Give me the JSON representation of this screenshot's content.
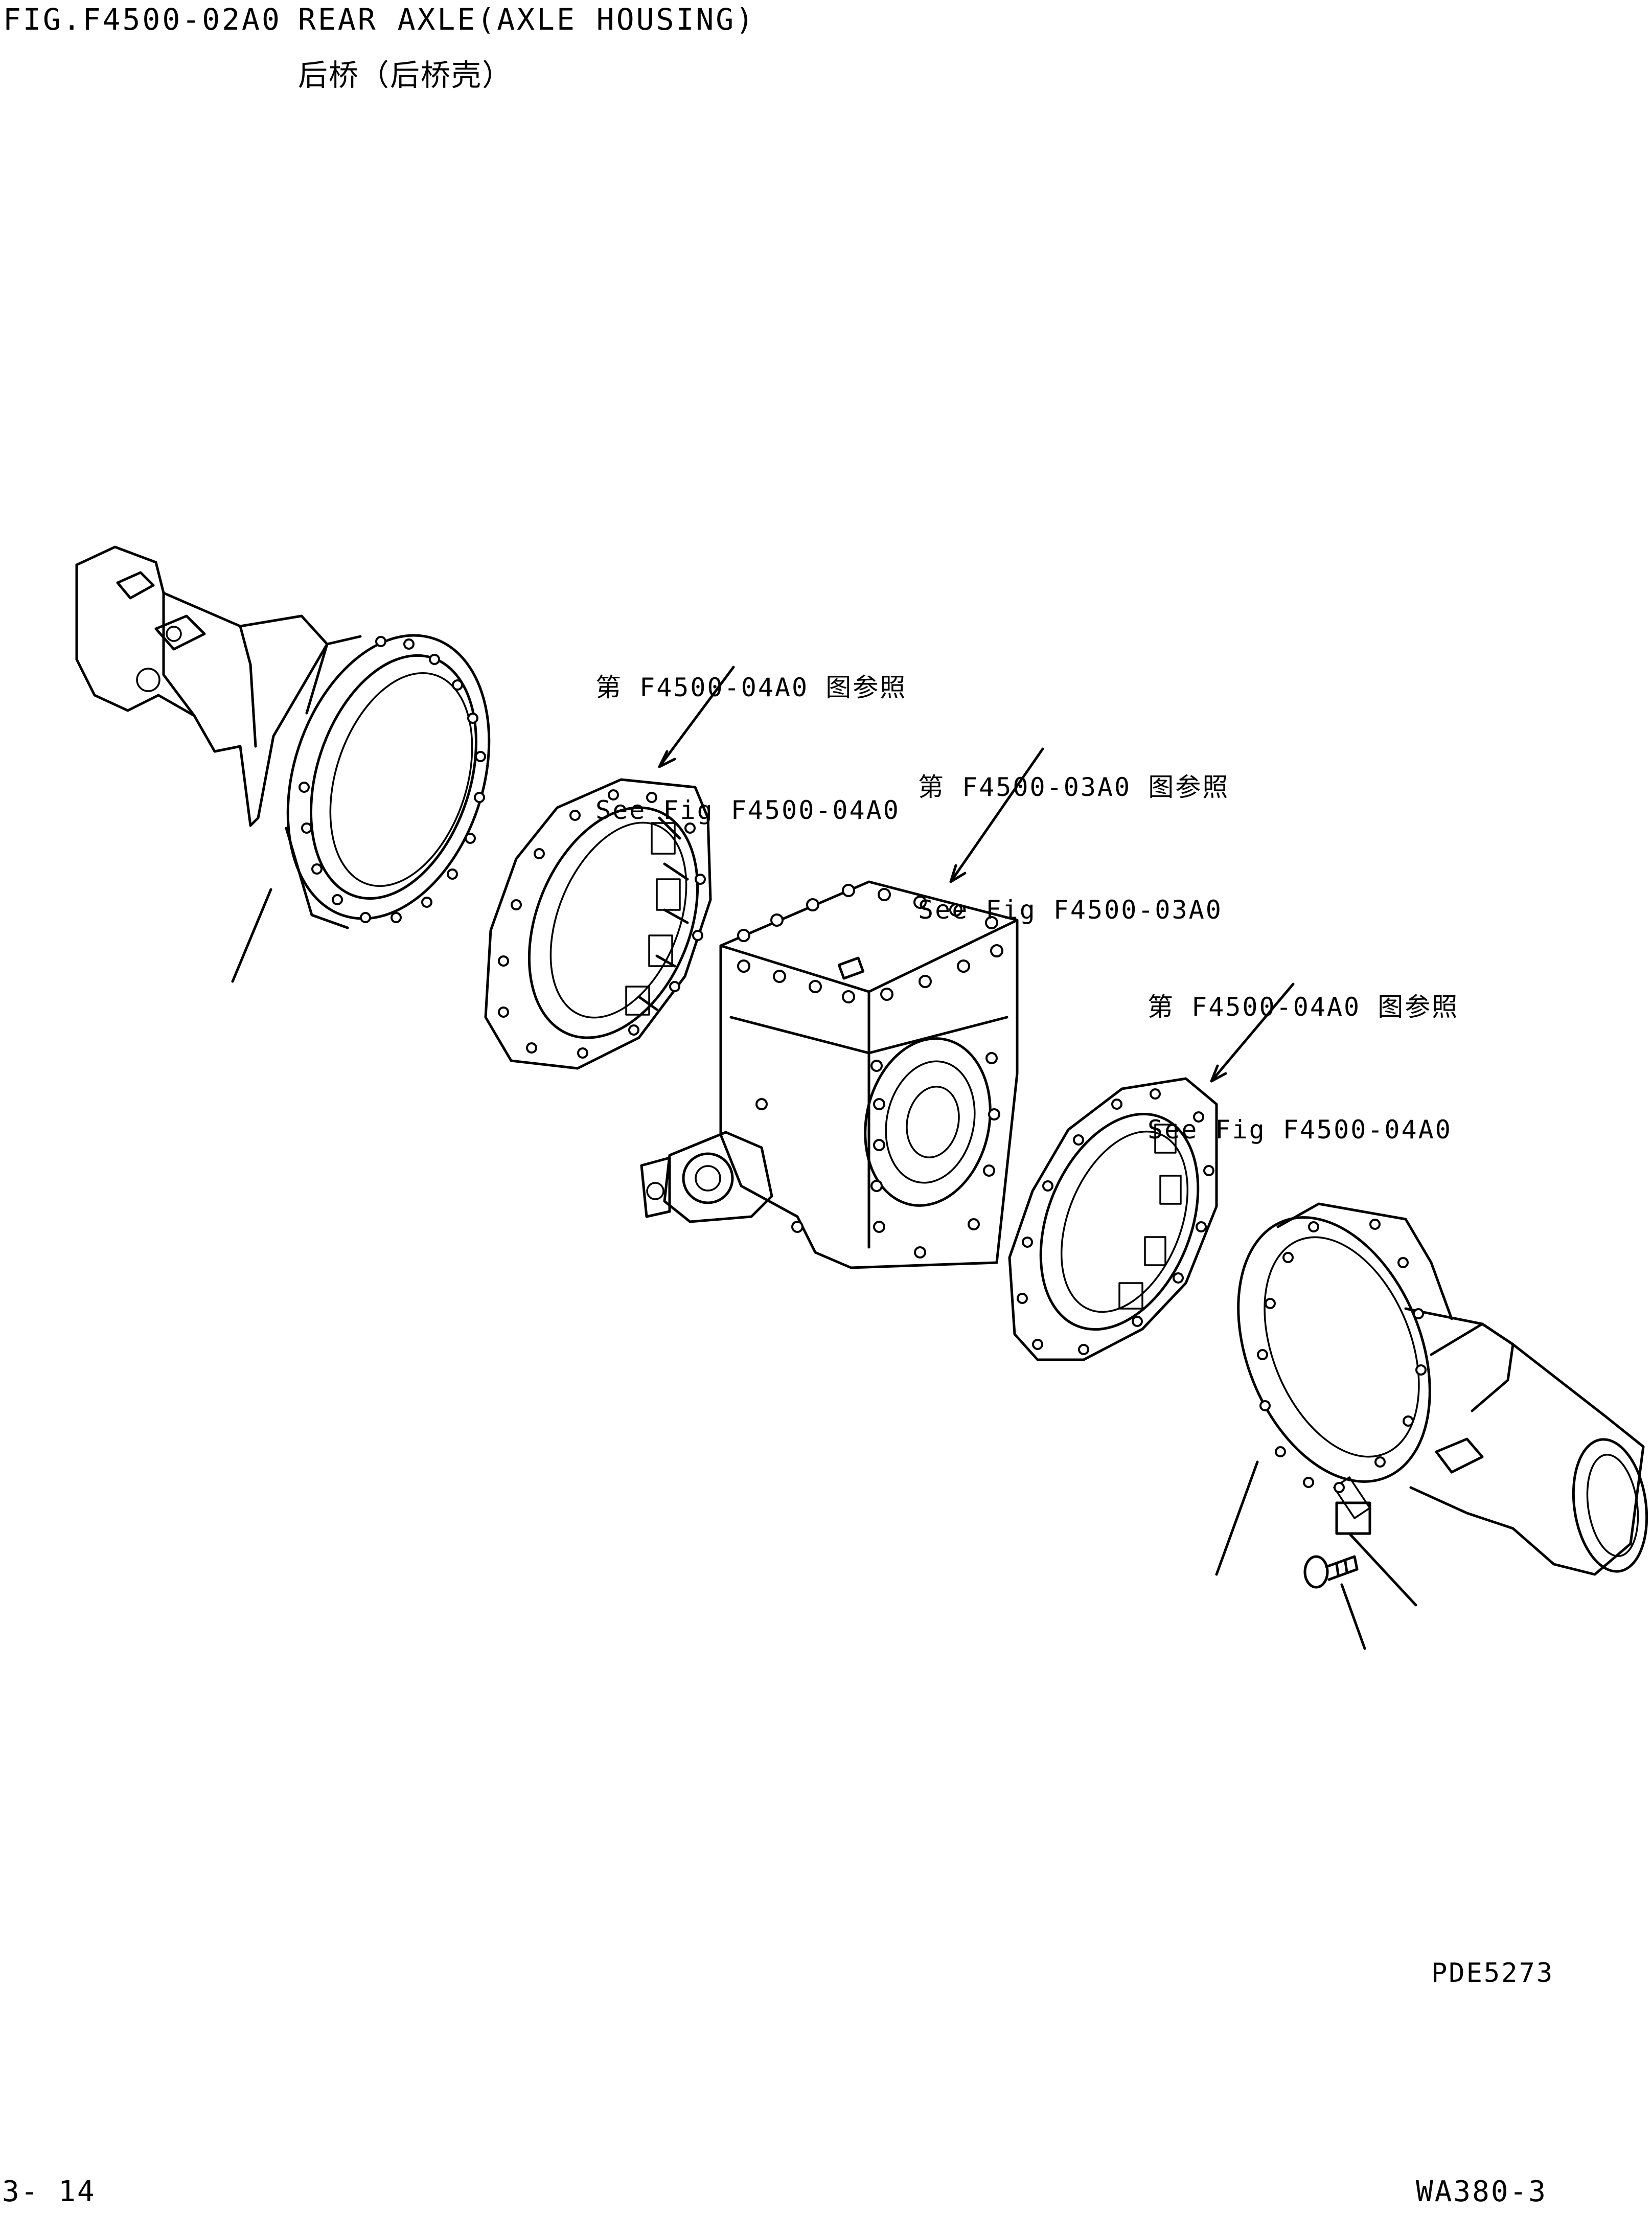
{
  "header": {
    "fig_code": "FIG.F4500-02A0",
    "title_en": "REAR AXLE(AXLE HOUSING)",
    "title_cn": "后桥（后桥壳）"
  },
  "callouts": [
    {
      "cn": "第 F4500-04A0 图参照",
      "en": "See Fig F4500-04A0"
    },
    {
      "cn": "第 F4500-03A0 图参照",
      "en": "See Fig F4500-03A0"
    },
    {
      "cn": "第 F4500-04A0 图参照",
      "en": "See Fig F4500-04A0"
    }
  ],
  "drawing_code": "PDE5273",
  "footer": {
    "page_number": "3- 14",
    "model": "WA380-3"
  }
}
